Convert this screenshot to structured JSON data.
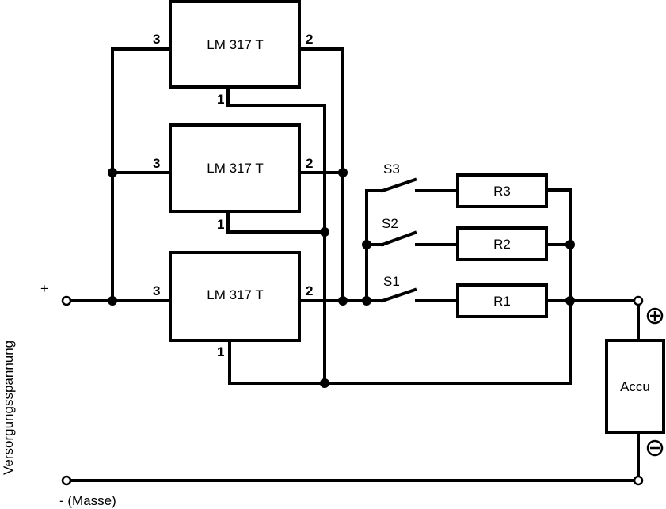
{
  "regulators": [
    {
      "label": "LM 317 T",
      "pin_in": "3",
      "pin_out": "2",
      "pin_adj": "1"
    },
    {
      "label": "LM 317 T",
      "pin_in": "3",
      "pin_out": "2",
      "pin_adj": "1"
    },
    {
      "label": "LM 317 T",
      "pin_in": "3",
      "pin_out": "2",
      "pin_adj": "1"
    }
  ],
  "switches": [
    "S3",
    "S2",
    "S1"
  ],
  "resistors": [
    "R3",
    "R2",
    "R1"
  ],
  "battery": {
    "label": "Accu",
    "plus": "+",
    "minus": "−"
  },
  "supply": {
    "label": "Versorgungsspannung",
    "plus": "+",
    "minus": "- (Masse)"
  },
  "colors": {
    "line": "#000000",
    "background": "#ffffff"
  }
}
